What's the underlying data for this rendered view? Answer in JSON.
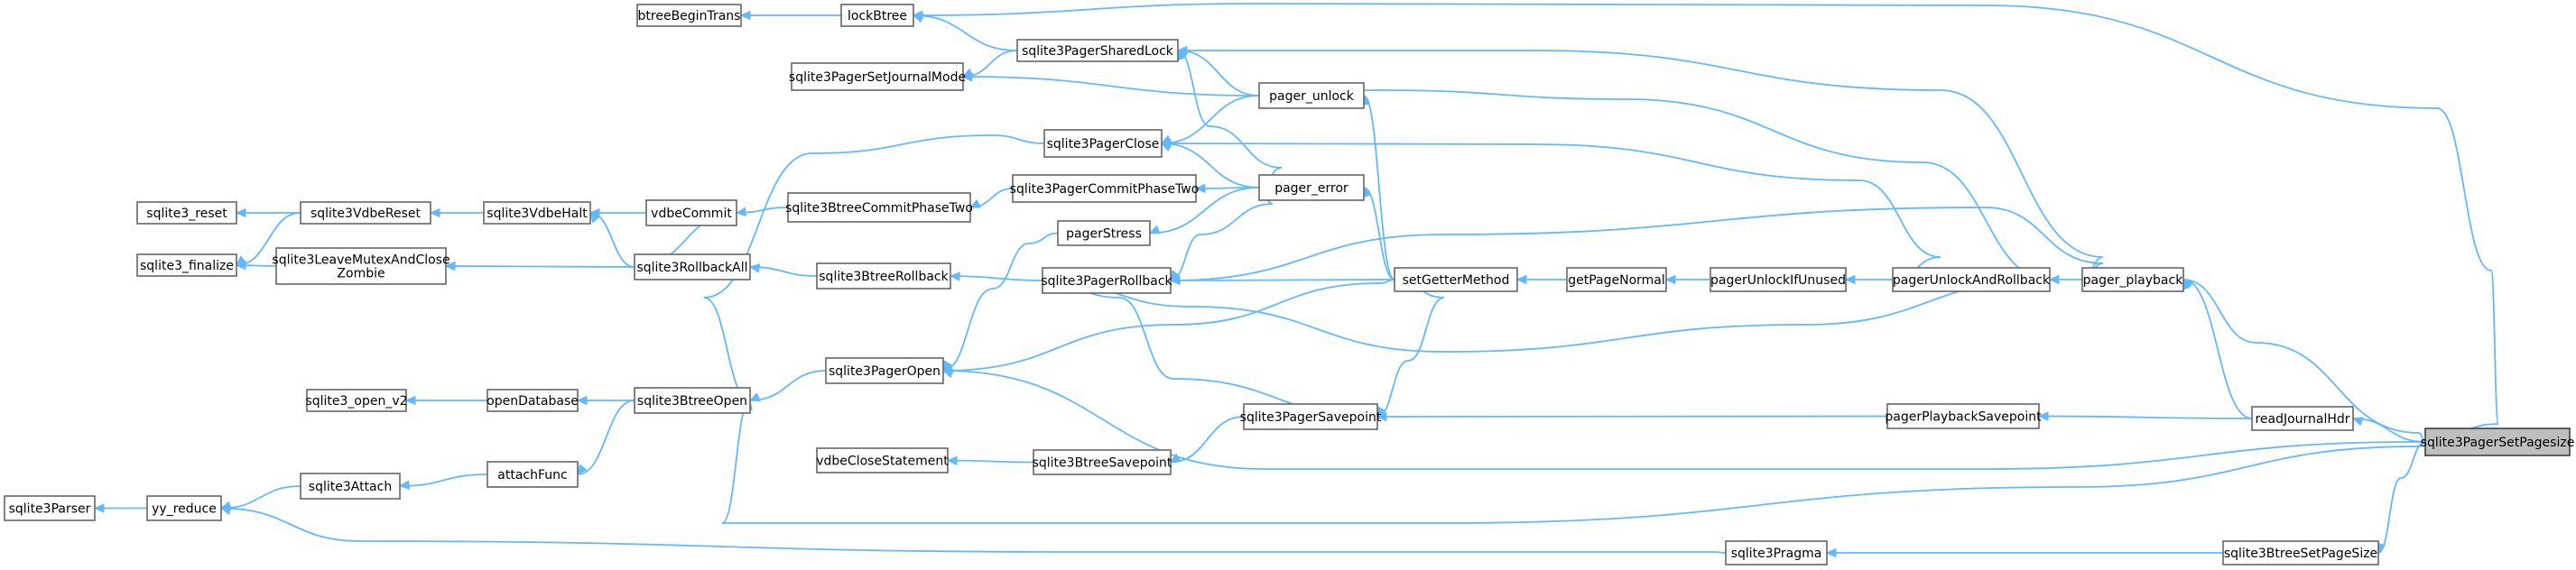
{
  "diagram": {
    "root": "sqlite3PagerSetPagesize",
    "nodes": {
      "btreeBeginTrans": {
        "lines": [
          "btreeBeginTrans"
        ]
      },
      "lockBtree": {
        "lines": [
          "lockBtree"
        ]
      },
      "sqlite3PagerSharedLock": {
        "lines": [
          "sqlite3PagerSharedLock"
        ]
      },
      "sqlite3PagerSetJournalMode": {
        "lines": [
          "sqlite3PagerSetJournalMode"
        ]
      },
      "pager_unlock": {
        "lines": [
          "pager_unlock"
        ]
      },
      "sqlite3PagerClose": {
        "lines": [
          "sqlite3PagerClose"
        ]
      },
      "sqlite3_reset": {
        "lines": [
          "sqlite3_reset"
        ]
      },
      "sqlite3VdbeReset": {
        "lines": [
          "sqlite3VdbeReset"
        ]
      },
      "sqlite3VdbeHalt": {
        "lines": [
          "sqlite3VdbeHalt"
        ]
      },
      "vdbeCommit": {
        "lines": [
          "vdbeCommit"
        ]
      },
      "sqlite3BtreeCommitPhaseTwo": {
        "lines": [
          "sqlite3BtreeCommitPhaseTwo"
        ]
      },
      "sqlite3PagerCommitPhaseTwo": {
        "lines": [
          "sqlite3PagerCommitPhaseTwo"
        ]
      },
      "pager_error": {
        "lines": [
          "pager_error"
        ]
      },
      "pagerStress": {
        "lines": [
          "pagerStress"
        ]
      },
      "sqlite3_finalize": {
        "lines": [
          "sqlite3_finalize"
        ]
      },
      "sqlite3LeaveMutexAndCloseZombie": {
        "lines": [
          "sqlite3LeaveMutexAndClose",
          "Zombie"
        ]
      },
      "sqlite3RollbackAll": {
        "lines": [
          "sqlite3RollbackAll"
        ]
      },
      "sqlite3BtreeRollback": {
        "lines": [
          "sqlite3BtreeRollback"
        ]
      },
      "sqlite3PagerRollback": {
        "lines": [
          "sqlite3PagerRollback"
        ]
      },
      "setGetterMethod": {
        "lines": [
          "setGetterMethod"
        ]
      },
      "getPageNormal": {
        "lines": [
          "getPageNormal"
        ]
      },
      "pagerUnlockIfUnused": {
        "lines": [
          "pagerUnlockIfUnused"
        ]
      },
      "pagerUnlockAndRollback": {
        "lines": [
          "pagerUnlockAndRollback"
        ]
      },
      "pager_playback": {
        "lines": [
          "pager_playback"
        ]
      },
      "sqlite3PagerOpen": {
        "lines": [
          "sqlite3PagerOpen"
        ]
      },
      "sqlite3_open_v2": {
        "lines": [
          "sqlite3_open_v2"
        ]
      },
      "openDatabase": {
        "lines": [
          "openDatabase"
        ]
      },
      "sqlite3BtreeOpen": {
        "lines": [
          "sqlite3BtreeOpen"
        ]
      },
      "sqlite3PagerSavepoint": {
        "lines": [
          "sqlite3PagerSavepoint"
        ]
      },
      "pagerPlaybackSavepoint": {
        "lines": [
          "pagerPlaybackSavepoint"
        ]
      },
      "readJournalHdr": {
        "lines": [
          "readJournalHdr"
        ]
      },
      "sqlite3PagerSetPagesize": {
        "lines": [
          "sqlite3PagerSetPagesize"
        ]
      },
      "vdbeCloseStatement": {
        "lines": [
          "vdbeCloseStatement"
        ]
      },
      "sqlite3BtreeSavepoint": {
        "lines": [
          "sqlite3BtreeSavepoint"
        ]
      },
      "attachFunc": {
        "lines": [
          "attachFunc"
        ]
      },
      "sqlite3Attach": {
        "lines": [
          "sqlite3Attach"
        ]
      },
      "sqlite3Parser": {
        "lines": [
          "sqlite3Parser"
        ]
      },
      "yy_reduce": {
        "lines": [
          "yy_reduce"
        ]
      },
      "sqlite3Pragma": {
        "lines": [
          "sqlite3Pragma"
        ]
      },
      "sqlite3BtreeSetPageSize": {
        "lines": [
          "sqlite3BtreeSetPageSize"
        ]
      }
    },
    "edges": [
      [
        "btreeBeginTrans",
        "lockBtree"
      ],
      [
        "lockBtree",
        "sqlite3PagerSharedLock"
      ],
      [
        "lockBtree",
        "sqlite3PagerSetPagesize"
      ],
      [
        "sqlite3PagerSharedLock",
        "pager_unlock"
      ],
      [
        "sqlite3PagerSharedLock",
        "pager_error"
      ],
      [
        "sqlite3PagerSharedLock",
        "pager_playback"
      ],
      [
        "sqlite3PagerSetJournalMode",
        "sqlite3PagerSharedLock"
      ],
      [
        "sqlite3PagerSetJournalMode",
        "pager_unlock"
      ],
      [
        "pager_unlock",
        "setGetterMethod"
      ],
      [
        "sqlite3PagerClose",
        "pager_unlock"
      ],
      [
        "sqlite3PagerClose",
        "pager_error"
      ],
      [
        "sqlite3PagerClose",
        "pagerUnlockAndRollback"
      ],
      [
        "sqlite3_reset",
        "sqlite3VdbeReset"
      ],
      [
        "sqlite3_finalize",
        "sqlite3VdbeReset"
      ],
      [
        "sqlite3_finalize",
        "sqlite3LeaveMutexAndCloseZombie"
      ],
      [
        "sqlite3VdbeReset",
        "sqlite3VdbeHalt"
      ],
      [
        "sqlite3VdbeHalt",
        "vdbeCommit"
      ],
      [
        "sqlite3VdbeHalt",
        "sqlite3RollbackAll"
      ],
      [
        "vdbeCommit",
        "sqlite3BtreeCommitPhaseTwo"
      ],
      [
        "vdbeCommit",
        "sqlite3RollbackAll"
      ],
      [
        "sqlite3BtreeCommitPhaseTwo",
        "sqlite3PagerCommitPhaseTwo"
      ],
      [
        "sqlite3PagerCommitPhaseTwo",
        "pager_error"
      ],
      [
        "pager_error",
        "setGetterMethod"
      ],
      [
        "pagerStress",
        "pager_error"
      ],
      [
        "sqlite3LeaveMutexAndCloseZombie",
        "sqlite3RollbackAll"
      ],
      [
        "sqlite3RollbackAll",
        "sqlite3BtreeRollback"
      ],
      [
        "sqlite3BtreeRollback",
        "sqlite3PagerRollback"
      ],
      [
        "sqlite3PagerRollback",
        "pager_error"
      ],
      [
        "sqlite3PagerRollback",
        "setGetterMethod"
      ],
      [
        "sqlite3PagerRollback",
        "pager_playback"
      ],
      [
        "setGetterMethod",
        "getPageNormal"
      ],
      [
        "getPageNormal",
        "pagerUnlockIfUnused"
      ],
      [
        "pagerUnlockIfUnused",
        "pagerUnlockAndRollback"
      ],
      [
        "pagerUnlockAndRollback",
        "pager_unlock"
      ],
      [
        "pagerUnlockAndRollback",
        "sqlite3PagerRollback"
      ],
      [
        "pagerUnlockAndRollback",
        "pager_playback"
      ],
      [
        "pager_playback",
        "sqlite3PagerSetPagesize"
      ],
      [
        "pager_playback",
        "readJournalHdr"
      ],
      [
        "sqlite3_open_v2",
        "openDatabase"
      ],
      [
        "openDatabase",
        "sqlite3BtreeOpen"
      ],
      [
        "sqlite3BtreeOpen",
        "sqlite3PagerOpen"
      ],
      [
        "sqlite3BtreeOpen",
        "sqlite3PagerClose"
      ],
      [
        "sqlite3BtreeOpen",
        "sqlite3PagerSetPagesize"
      ],
      [
        "sqlite3PagerOpen",
        "setGetterMethod"
      ],
      [
        "sqlite3PagerOpen",
        "pagerStress"
      ],
      [
        "sqlite3PagerOpen",
        "sqlite3PagerSetPagesize"
      ],
      [
        "sqlite3PagerSavepoint",
        "setGetterMethod"
      ],
      [
        "sqlite3PagerSavepoint",
        "sqlite3PagerRollback"
      ],
      [
        "sqlite3PagerSavepoint",
        "pagerPlaybackSavepoint"
      ],
      [
        "pagerPlaybackSavepoint",
        "readJournalHdr"
      ],
      [
        "readJournalHdr",
        "sqlite3PagerSetPagesize"
      ],
      [
        "vdbeCloseStatement",
        "sqlite3BtreeSavepoint"
      ],
      [
        "sqlite3BtreeSavepoint",
        "sqlite3PagerSavepoint"
      ],
      [
        "attachFunc",
        "sqlite3BtreeOpen"
      ],
      [
        "sqlite3Attach",
        "attachFunc"
      ],
      [
        "yy_reduce",
        "sqlite3Attach"
      ],
      [
        "yy_reduce",
        "sqlite3Pragma"
      ],
      [
        "sqlite3Parser",
        "yy_reduce"
      ],
      [
        "sqlite3Pragma",
        "sqlite3BtreeSetPageSize"
      ],
      [
        "sqlite3BtreeSetPageSize",
        "sqlite3PagerSetPagesize"
      ]
    ]
  },
  "colors": {
    "edge": "#63b8ff",
    "node_fill": "#ffffff",
    "node_border": "#666666",
    "root_fill": "#bfbfbf"
  }
}
